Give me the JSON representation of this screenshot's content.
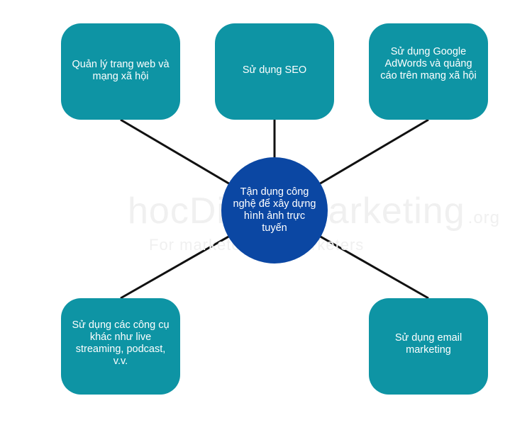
{
  "center_label": "Tận dụng công nghệ để xây dựng hình ảnh trực tuyến",
  "nodes": {
    "top_left": "Quản lý trang web và mạng xã hội",
    "top_center": "Sử dụng SEO",
    "top_right": "Sử dụng Google AdWords và quảng cáo trên mạng xã hội",
    "bottom_left": "Sử dụng các công cụ khác như live streaming, podcast, v.v.",
    "bottom_right": "Sử dụng email marketing"
  },
  "watermark": {
    "main": "hocDigitalMarketing",
    "domain": ".org",
    "tagline": "For marketers, by marketers"
  },
  "colors": {
    "box_fill": "#0e94a4",
    "center_fill": "#0b47a3",
    "connector": "#111111",
    "label_text": "#ffffff"
  }
}
